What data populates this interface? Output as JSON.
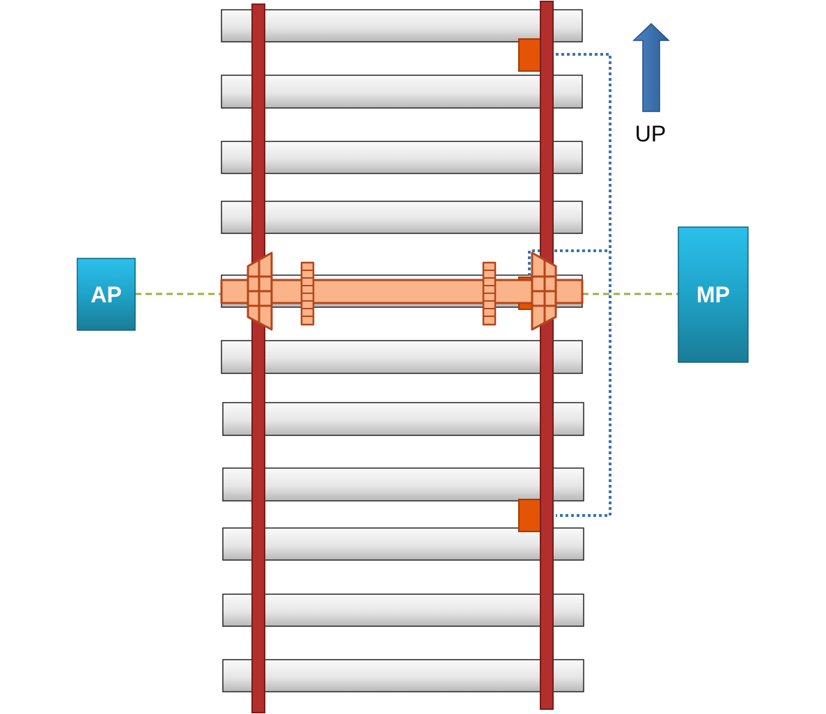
{
  "diagram": {
    "labels": {
      "ap": "AP",
      "mp": "MP",
      "up": "UP"
    },
    "colors": {
      "rail": "#b22f2d",
      "rail_stroke": "#7a1a18",
      "sleeper_top": "#fafafa",
      "sleeper_bottom": "#b8b8b8",
      "sensor": "#e35405",
      "sensor_stroke": "#a33a03",
      "axle_fill": "#fbb48a",
      "axle_stroke": "#b5451b",
      "box_top": "#2bc0ec",
      "box_bottom": "#1a7c97",
      "dotted_line": "#3a73b5",
      "dashed_line": "#9ab03f",
      "up_arrow": "#3b6fae"
    },
    "icons": {
      "up_arrow": "up-arrow-icon"
    }
  }
}
